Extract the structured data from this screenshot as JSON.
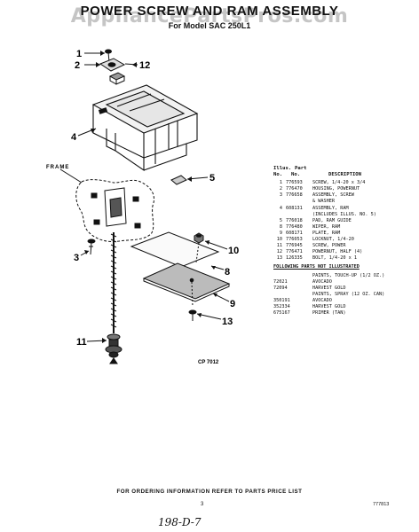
{
  "header": {
    "title": "POWER SCREW AND RAM ASSEMBLY",
    "subtitle": "For Model SAC 250L1",
    "watermark": "AppliancePartsPros.com"
  },
  "callouts": {
    "c1": "1",
    "c2": "2",
    "c3": "3",
    "c4": "4",
    "c5": "5",
    "c8": "8",
    "c9": "9",
    "c10": "10",
    "c11": "11",
    "c12": "12",
    "c13": "13"
  },
  "diagram": {
    "frame_label": "FRAME",
    "code": "CP 7012"
  },
  "parts_table": {
    "header_illus": "Illus.",
    "header_no1": "No.",
    "header_part": "Part",
    "header_no2": "No.",
    "header_desc": "DESCRIPTION",
    "rows": [
      {
        "n": "1",
        "part": "776593",
        "desc": "SCREW, 1/4-20 x 3/4"
      },
      {
        "n": "2",
        "part": "776470",
        "desc": "HOUSING, POWERNUT"
      },
      {
        "n": "3",
        "part": "776658",
        "desc": "ASSEMBLY, SCREW"
      },
      {
        "n": "",
        "part": "",
        "desc": "& WASHER"
      },
      {
        "n": "4",
        "part": "608131",
        "desc": "ASSEMBLY, RAM"
      },
      {
        "n": "",
        "part": "",
        "desc": "(INCLUDES ILLUS. NO. 5)"
      },
      {
        "n": "5",
        "part": "776018",
        "desc": "PAD, RAM GUIDE"
      },
      {
        "n": "8",
        "part": "776480",
        "desc": "WIPER, RAM"
      },
      {
        "n": "9",
        "part": "608171",
        "desc": "PLATE, RAM"
      },
      {
        "n": "10",
        "part": "776053",
        "desc": "LOCKNUT, 1/4-20"
      },
      {
        "n": "11",
        "part": "776945",
        "desc": "SCREW, POWER"
      },
      {
        "n": "12",
        "part": "776471",
        "desc": "POWERNUT, HALF (4)"
      },
      {
        "n": "13",
        "part": "126335",
        "desc": "BOLT, 1/4-20 x 1"
      }
    ],
    "following_heading": "FOLLOWING PARTS NOT ILLUSTRATED",
    "extra": [
      {
        "part": "",
        "desc": "PAINTS, TOUCH-UP (1/2 OZ.)"
      },
      {
        "part": "72021",
        "desc": "AVOCADO"
      },
      {
        "part": "72094",
        "desc": "HARVEST GOLD"
      },
      {
        "part": "",
        "desc": "PAINTS, SPRAY (12 OZ. CAN)"
      },
      {
        "part": "350191",
        "desc": "AVOCADO"
      },
      {
        "part": "352334",
        "desc": "HARVEST GOLD"
      },
      {
        "part": "675167",
        "desc": "PRIMER (TAN)"
      }
    ]
  },
  "footer": {
    "ordering": "FOR ORDERING INFORMATION REFER TO PARTS PRICE LIST",
    "page_number": "3",
    "doc_number": "777813",
    "handwritten": "198-D-7"
  }
}
